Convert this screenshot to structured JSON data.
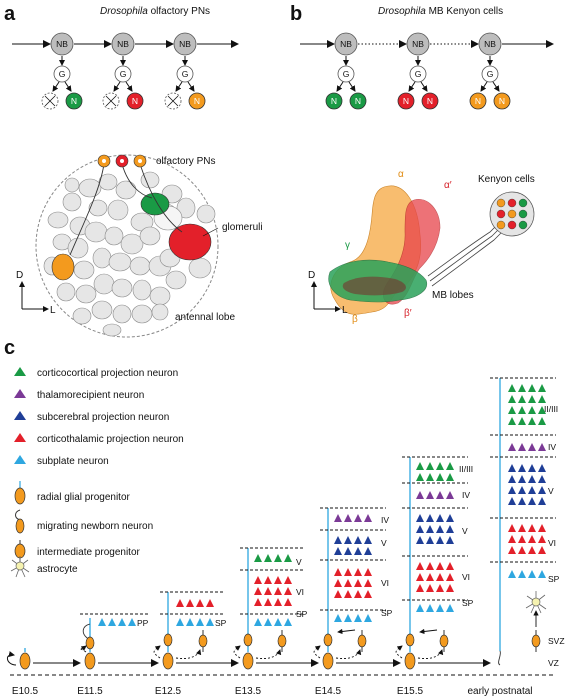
{
  "panel_a": {
    "letter": "a",
    "title_italic": "Drosophila",
    "title_rest": " olfactory PNs",
    "nb_label": "NB",
    "g_label": "G",
    "n_label": "N",
    "neuron_colors": [
      "#1a9a45",
      "#e3202a",
      "#f39a1e"
    ],
    "olfactory_pns": "olfactory PNs",
    "glomeruli": "glomeruli",
    "antennal_lobe": "antennal lobe",
    "axis_d": "D",
    "axis_l": "L"
  },
  "panel_b": {
    "letter": "b",
    "title_italic": "Drosophila",
    "title_rest": " MB Kenyon cells",
    "nb_label": "NB",
    "g_label": "G",
    "n_label": "N",
    "alpha": "α",
    "alpha_prime": "α′",
    "gamma": "γ",
    "beta": "β",
    "beta_prime": "β′",
    "kenyon_cells": "Kenyon cells",
    "mb_lobes": "MB lobes",
    "axis_d": "D",
    "axis_l": "L"
  },
  "panel_c": {
    "letter": "c",
    "legend": [
      {
        "label": "corticocortical projection neuron",
        "color": "#1a9a45"
      },
      {
        "label": "thalamorecipient neuron",
        "color": "#7b3a96"
      },
      {
        "label": "subcerebral projection neuron",
        "color": "#1f3e97"
      },
      {
        "label": "corticothalamic projection neuron",
        "color": "#e3202a"
      },
      {
        "label": "subplate neuron",
        "color": "#2ea7e0"
      }
    ],
    "cell_legend": [
      "radial glial progenitor",
      "migrating newborn neuron",
      "intermediate progenitor",
      "astrocyte"
    ],
    "stages": [
      "E10.5",
      "E11.5",
      "E12.5",
      "E13.5",
      "E14.5",
      "E15.5",
      "early postnatal"
    ],
    "layers": {
      "pp": "PP",
      "sp": "SP",
      "vi": "VI",
      "v": "V",
      "iv": "IV",
      "ii_iii": "II/III",
      "svz": "SVZ",
      "vz": "VZ"
    }
  }
}
